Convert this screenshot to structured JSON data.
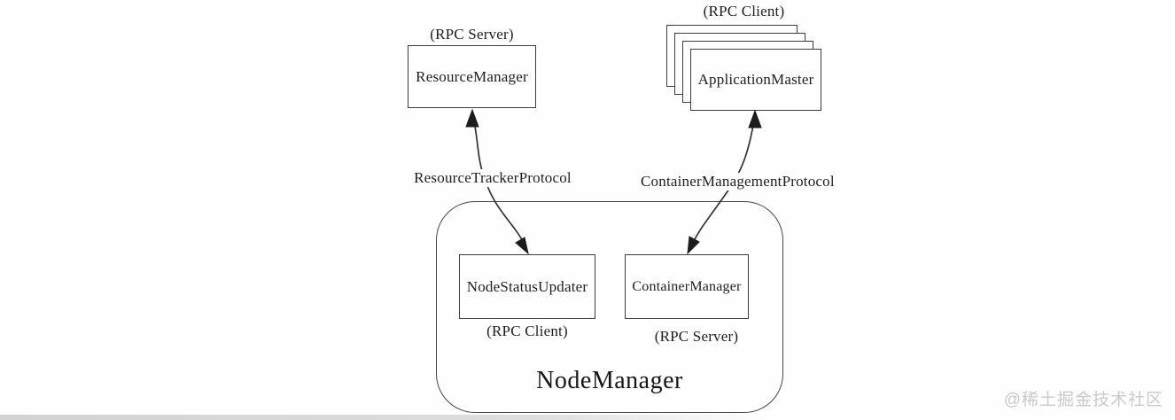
{
  "diagram": {
    "rpc_server_top_label": "(RPC Server)",
    "resource_manager_label": "ResourceManager",
    "rpc_client_top_label": "(RPC Client)",
    "application_master_label": "ApplicationMaster",
    "resource_tracker_protocol_label": "ResourceTrackerProtocol",
    "container_management_protocol_label": "ContainerManagementProtocol",
    "node_manager": {
      "title": "NodeManager",
      "node_status_updater_label": "NodeStatusUpdater",
      "node_status_updater_sublabel": "(RPC Client)",
      "container_manager_label": "ContainerManager",
      "container_manager_sublabel": "(RPC Server)"
    },
    "colors": {
      "line": "#333333",
      "box_border": "#3d3d3d",
      "text": "#1e1e1e",
      "background": "#fefefe",
      "watermark": "#c9c9c9"
    }
  },
  "watermark": {
    "text": "@稀土掘金技术社区"
  }
}
